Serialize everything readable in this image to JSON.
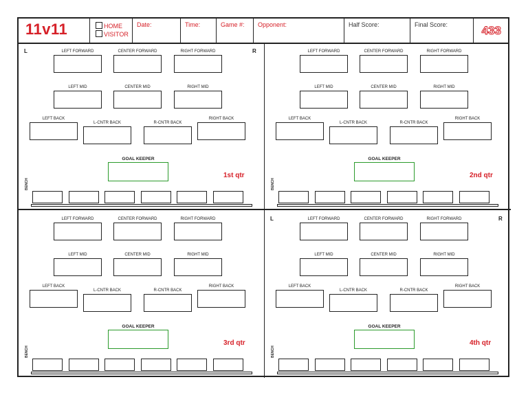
{
  "header": {
    "title": "11v11",
    "home_label": "HOME",
    "visitor_label": "VISITOR",
    "date_label": "Date:",
    "time_label": "Time:",
    "game_label": "Game #:",
    "opponent_label": "Opponent:",
    "half_score_label": "Half Score:",
    "final_score_label": "Final Score:",
    "formation": "433"
  },
  "positions": {
    "left_forward": "LEFT FORWARD",
    "center_forward": "CENTER FORWARD",
    "right_forward": "RIGHT FORWARD",
    "left_mid": "LEFT MID",
    "center_mid": "CENTER MID",
    "right_mid": "RIGHT MID",
    "left_back": "LEFT BACK",
    "l_cntr_back": "L-CNTR BACK",
    "r_cntr_back": "R-CNTR BACK",
    "right_back": "RIGHT BACK",
    "goal_keeper": "GOAL KEEPER",
    "bench": "BENCH"
  },
  "side_labels": {
    "left": "L",
    "right": "R"
  },
  "quarters": [
    {
      "label": "1st qtr"
    },
    {
      "label": "2nd qtr"
    },
    {
      "label": "3rd qtr"
    },
    {
      "label": "4th qtr"
    }
  ],
  "colors": {
    "accent": "#d62028",
    "goalkeeper_box": "#2a9a2a"
  }
}
